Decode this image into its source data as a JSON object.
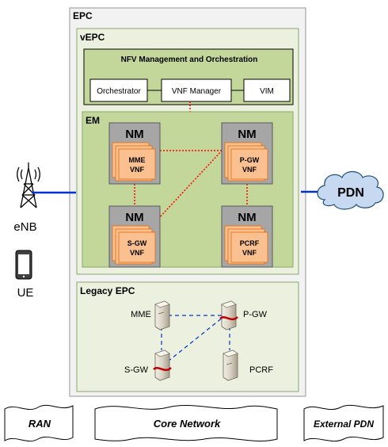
{
  "epc": {
    "title": "EPC"
  },
  "vepc": {
    "title": "vEPC"
  },
  "nfv": {
    "title": "NFV Management and Orchestration",
    "orchestrator": "Orchestrator",
    "vnf_manager": "VNF Manager",
    "vim": "VIM"
  },
  "em": {
    "title": "EM",
    "nm_label": "NM",
    "nodes": [
      {
        "name": "MME",
        "sub": "VNF"
      },
      {
        "name": "P-GW",
        "sub": "VNF"
      },
      {
        "name": "S-GW",
        "sub": "VNF"
      },
      {
        "name": "PCRF",
        "sub": "VNF"
      }
    ]
  },
  "legacy": {
    "title": "Legacy EPC",
    "mme": "MME",
    "pgw": "P-GW",
    "sgw": "S-GW",
    "pcrf": "PCRF"
  },
  "left": {
    "enb": "eNB",
    "ue": "UE"
  },
  "right": {
    "pdn": "PDN"
  },
  "bottom": {
    "ran": "RAN",
    "core": "Core Network",
    "external": "External PDN"
  },
  "colors": {
    "epc_fill": "#f2f2f2",
    "green_light": "#ebf1de",
    "green_mid": "#c4d79b",
    "nm_gray": "#a6a6a6",
    "vnf_orange": "#fac090",
    "link_red": "#ff0000",
    "link_blue": "#0033cc",
    "cloud": "#c6d9f1"
  }
}
